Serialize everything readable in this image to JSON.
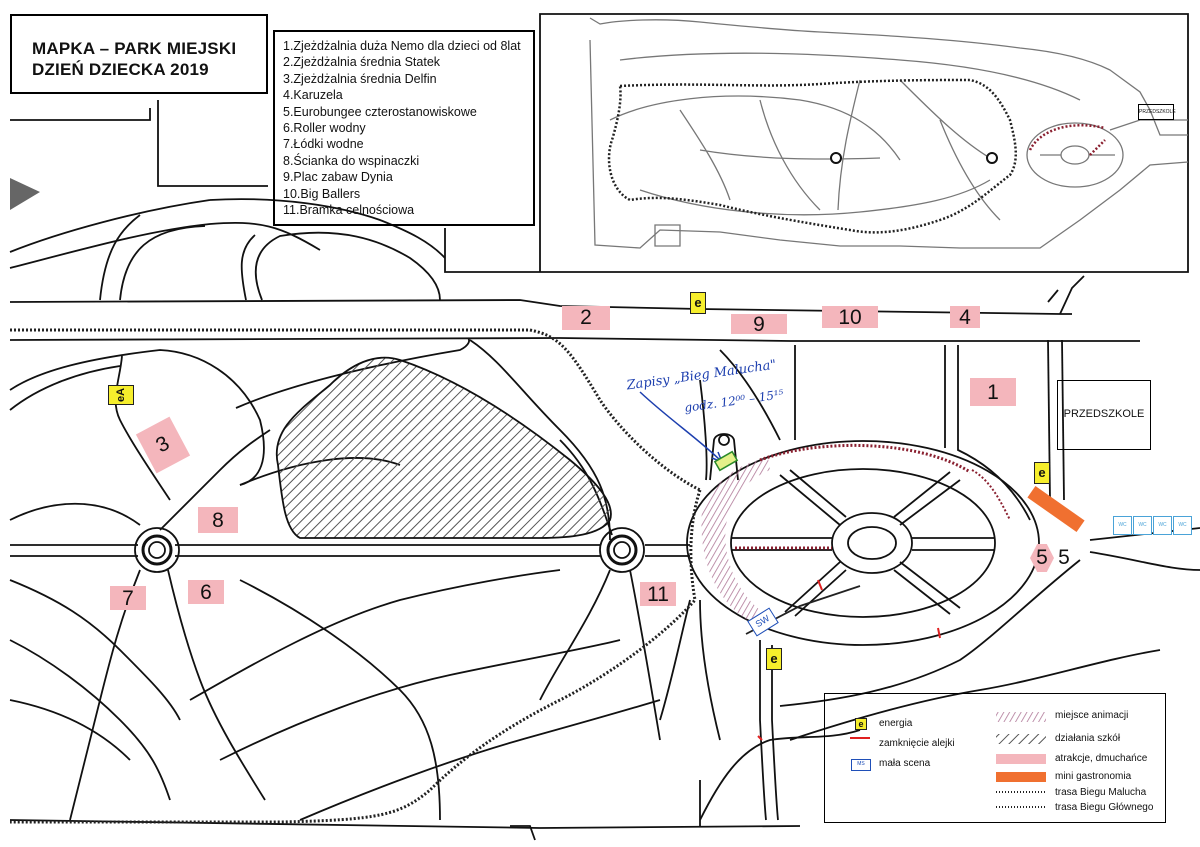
{
  "title": {
    "line1": "MAPKA – PARK MIEJSKI",
    "line2": "DZIEŃ DZIECKA 2019"
  },
  "attractions_list": [
    "1.Zjeżdżalnia duża Nemo dla dzieci od 8lat",
    "2.Zjeżdżalnia średnia Statek",
    "3.Zjeżdżalnia średnia Delfin",
    "4.Karuzela",
    "5.Eurobungee czterostanowiskowe",
    "6.Roller wodny",
    "7.Łódki wodne",
    "8.Ścianka do wspinaczki",
    "9.Plac zabaw Dynia",
    "10.Big Ballers",
    "11.Bramka celnościowa"
  ],
  "markers": {
    "m1": "1",
    "m2": "2",
    "m3": "3",
    "m4": "4",
    "m5": "5",
    "m6": "6",
    "m7": "7",
    "m8": "8",
    "m9": "9",
    "m10": "10",
    "m11": "11"
  },
  "energy_label": "e",
  "energy_label_a": "eA",
  "przedszkole": "PRZEDSZKOLE",
  "stage_label": "SW",
  "wc_label": "WC",
  "registration_note": {
    "line1": "Zapisy „Bieg Malucha\"",
    "line2": "godz. 12⁰⁰ – 15¹⁵"
  },
  "legend": {
    "energia": "energia",
    "zamkniecie": "zamknięcie alejki",
    "scena": "mała scena",
    "scena_icon": "MS",
    "animacji": "miejsce animacji",
    "szkol": "działania szkół",
    "atrakcje": "atrakcje, dmuchańce",
    "gastronomia": "mini gastronomia",
    "malucha": "trasa Biegu Malucha",
    "glownego": "trasa Biegu Głównego"
  },
  "colors": {
    "attraction_pink": "#f4b6bc",
    "energy_yellow": "#f6ee2c",
    "gastronomy_orange": "#f07030",
    "closure_red": "#e02020",
    "stage_blue": "#1f4fb8",
    "animation_purple": "#b07898",
    "malucha_route": "#8a2030"
  }
}
